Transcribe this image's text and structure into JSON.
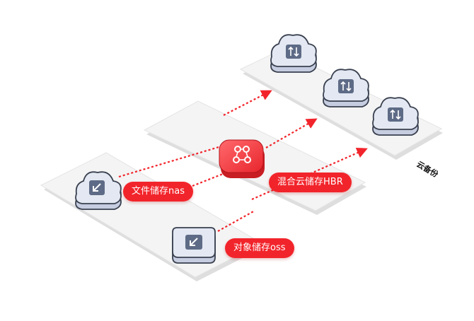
{
  "labels": {
    "file_nas": "文件储存nas",
    "object_oss": "对象储存oss",
    "hybrid_hbr": "混合云储存HBR",
    "cloud_backup": "云备份"
  },
  "colors": {
    "accent_red": "#f2242b",
    "platform": "#f5f5f5",
    "node_fill": "#e3e8f2",
    "node_dark": "#5e6b86"
  },
  "icons": {
    "nas": "cloud-download-icon",
    "oss": "box-download-icon",
    "hbr": "hub-network-icon",
    "backup": "cloud-sync-icon"
  }
}
